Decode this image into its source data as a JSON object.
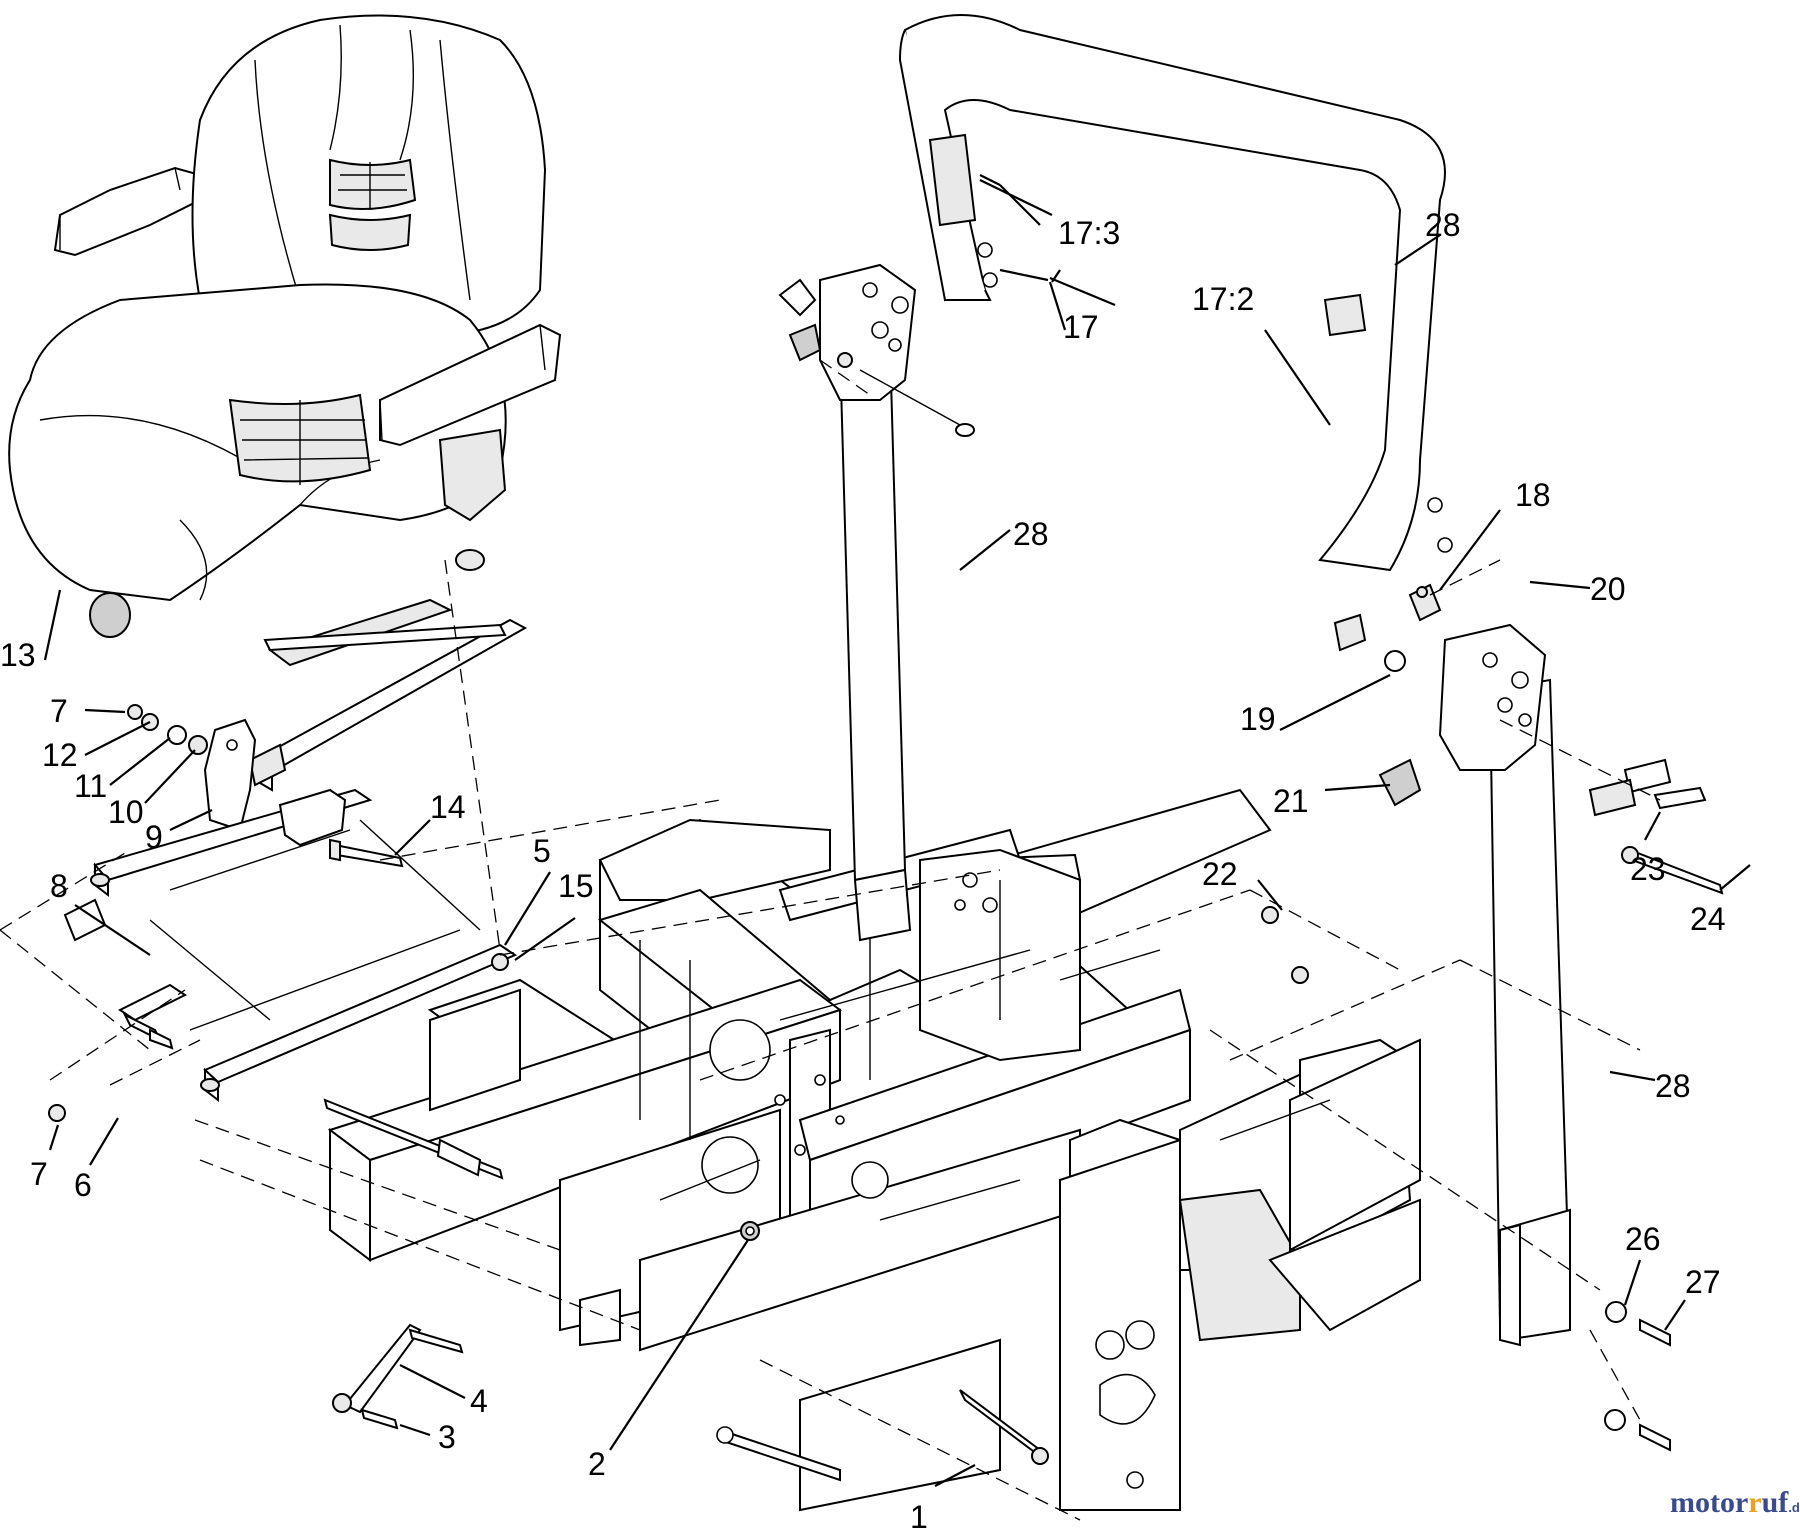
{
  "callouts": [
    {
      "id": "c1",
      "label": "1"
    },
    {
      "id": "c2",
      "label": "2"
    },
    {
      "id": "c3",
      "label": "3"
    },
    {
      "id": "c4",
      "label": "4"
    },
    {
      "id": "c5",
      "label": "5"
    },
    {
      "id": "c6",
      "label": "6"
    },
    {
      "id": "c7a",
      "label": "7"
    },
    {
      "id": "c7b",
      "label": "7"
    },
    {
      "id": "c8",
      "label": "8"
    },
    {
      "id": "c9",
      "label": "9"
    },
    {
      "id": "c10",
      "label": "10"
    },
    {
      "id": "c11",
      "label": "11"
    },
    {
      "id": "c12",
      "label": "12"
    },
    {
      "id": "c13",
      "label": "13"
    },
    {
      "id": "c14",
      "label": "14"
    },
    {
      "id": "c15",
      "label": "15"
    },
    {
      "id": "c17",
      "label": "17"
    },
    {
      "id": "c17_2",
      "label": "17:2"
    },
    {
      "id": "c17_3",
      "label": "17:3"
    },
    {
      "id": "c18",
      "label": "18"
    },
    {
      "id": "c19",
      "label": "19"
    },
    {
      "id": "c20",
      "label": "20"
    },
    {
      "id": "c21",
      "label": "21"
    },
    {
      "id": "c22",
      "label": "22"
    },
    {
      "id": "c23",
      "label": "23"
    },
    {
      "id": "c24",
      "label": "24"
    },
    {
      "id": "c26",
      "label": "26"
    },
    {
      "id": "c27",
      "label": "27"
    },
    {
      "id": "c28a",
      "label": "28"
    },
    {
      "id": "c28b",
      "label": "28"
    },
    {
      "id": "c28c",
      "label": "28"
    }
  ],
  "watermark": {
    "brand_prefix": "motor",
    "brand_suffix": "uf",
    "tld": ".de",
    "color_primary": "#3a4a8c",
    "color_accent": "#f0a020"
  }
}
